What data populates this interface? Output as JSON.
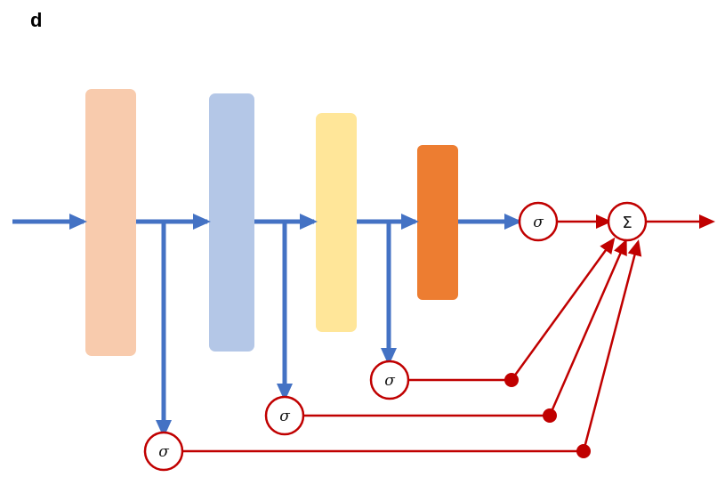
{
  "panel_label": "d",
  "nodes": {
    "sigma_main": "σ",
    "sigma_3": "σ",
    "sigma_2": "σ",
    "sigma_1": "σ",
    "sum": "Σ"
  },
  "colors": {
    "block_1": "#f8cbad",
    "block_2": "#b4c7e7",
    "block_3": "#ffe699",
    "block_4": "#ed7d31",
    "blue_arrow": "#4472c4",
    "red_arrow": "#c00000"
  }
}
